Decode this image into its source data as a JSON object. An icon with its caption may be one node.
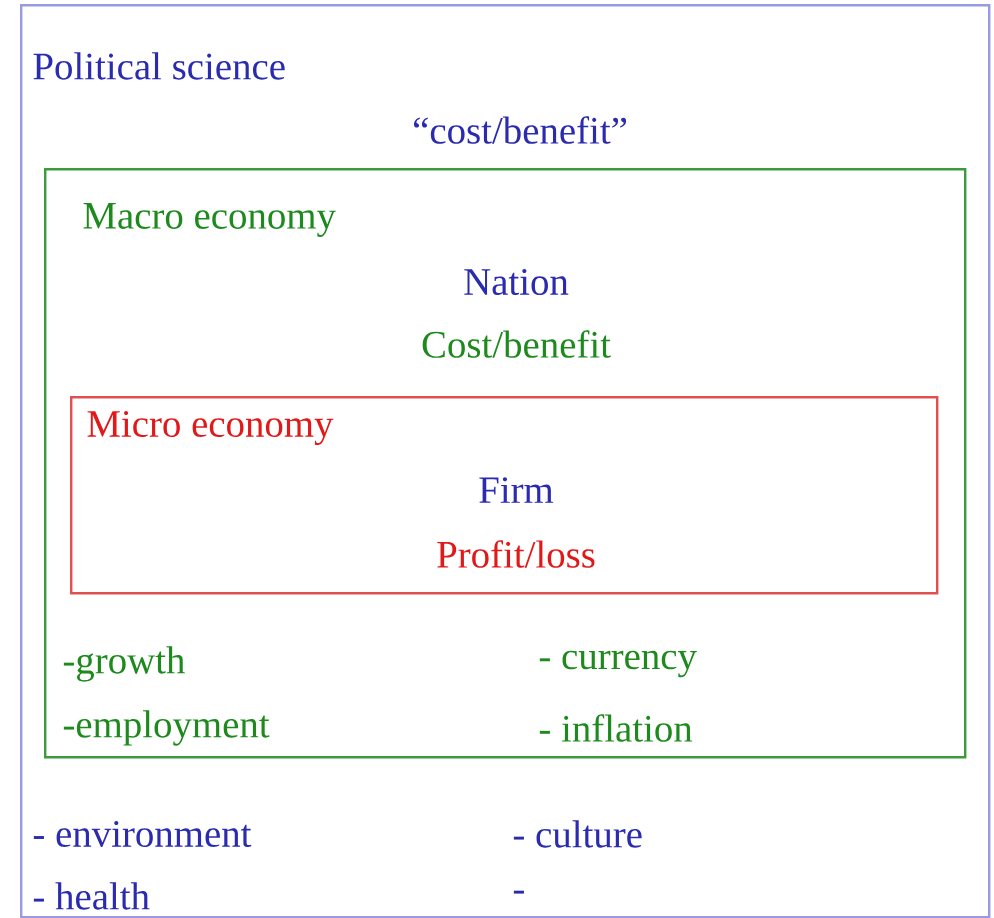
{
  "diagram": {
    "nodes": [
      {
        "text": [
          "Political science",
          "“cost/benefit”",
          "- environment",
          "- culture",
          "- health",
          "-"
        ]
      },
      {
        "text": [
          "Macro economy",
          "Nation",
          "Cost/benefit",
          "-growth",
          "- currency",
          "-employment",
          "- inflation"
        ],
        "in": 0
      },
      {
        "text": [
          "Micro economy",
          "Firm",
          "Profit/loss"
        ],
        "in": 1
      }
    ]
  }
}
